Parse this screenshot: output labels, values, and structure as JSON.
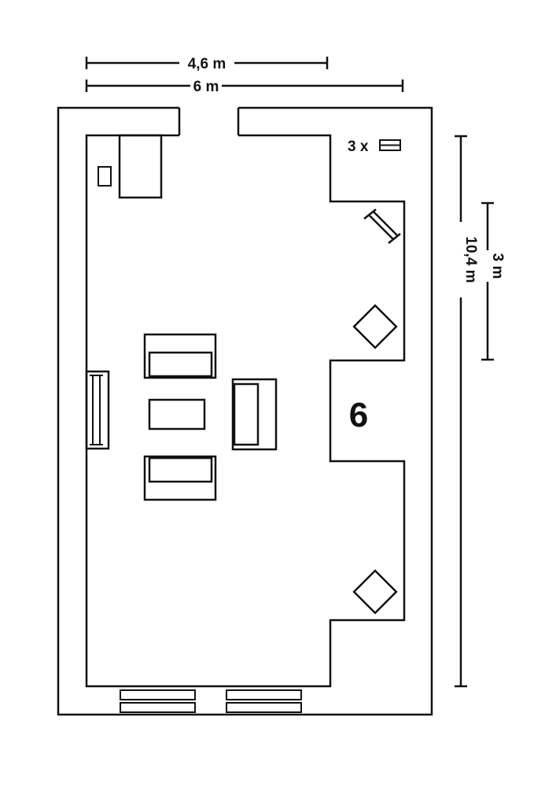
{
  "dimensions": {
    "top_inner": "4,6 m",
    "top_outer": "6 m",
    "right_total": "10,4 m",
    "right_segment": "3 m"
  },
  "labels": {
    "room_number": "6",
    "radiator_count": "3 x"
  },
  "icons": {
    "radiator": "radiator-icon",
    "window": "window-icon",
    "sofa": "sofa-icon",
    "table": "table-icon",
    "speaker": "speaker-icon",
    "screen": "screen-icon",
    "cabinet": "cabinet-icon"
  },
  "colors": {
    "line": "#111111",
    "background": "#ffffff"
  }
}
